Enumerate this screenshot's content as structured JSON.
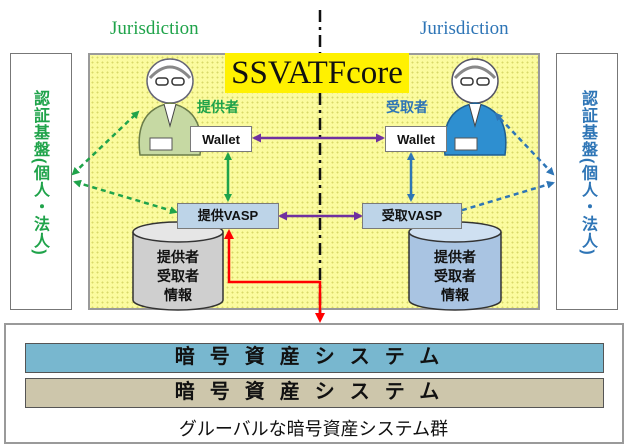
{
  "jurisdiction_left": {
    "label": "Jurisdiction",
    "color": "#1fa34a"
  },
  "jurisdiction_right": {
    "label": "Jurisdiction",
    "color": "#2e75b6"
  },
  "auth_left": {
    "label": "認証基盤(個人・法人)",
    "color": "#1fa34a"
  },
  "auth_right": {
    "label": "認証基盤(個人・法人)",
    "color": "#2e75b6"
  },
  "core": {
    "title": "SSVATFcore",
    "title_bg": "#fff100"
  },
  "sender": {
    "label": "提供者",
    "wallet": "Wallet",
    "vasp": "提供VASP",
    "db": "提供者\n受取者\n情報",
    "color": "#1fa34a"
  },
  "receiver": {
    "label": "受取者",
    "wallet": "Wallet",
    "vasp": "受取VASP",
    "db": "提供者\n受取者\n情報",
    "color": "#2e75b6"
  },
  "systems": {
    "band1": "暗号資産システム",
    "band2": "暗号資産システム",
    "caption": "グルーバルな暗号資産システム群"
  },
  "colors": {
    "link": "#7030a0",
    "flow": "#ff0000",
    "band1": "#78b7cf",
    "band2": "#cdc6ab"
  }
}
